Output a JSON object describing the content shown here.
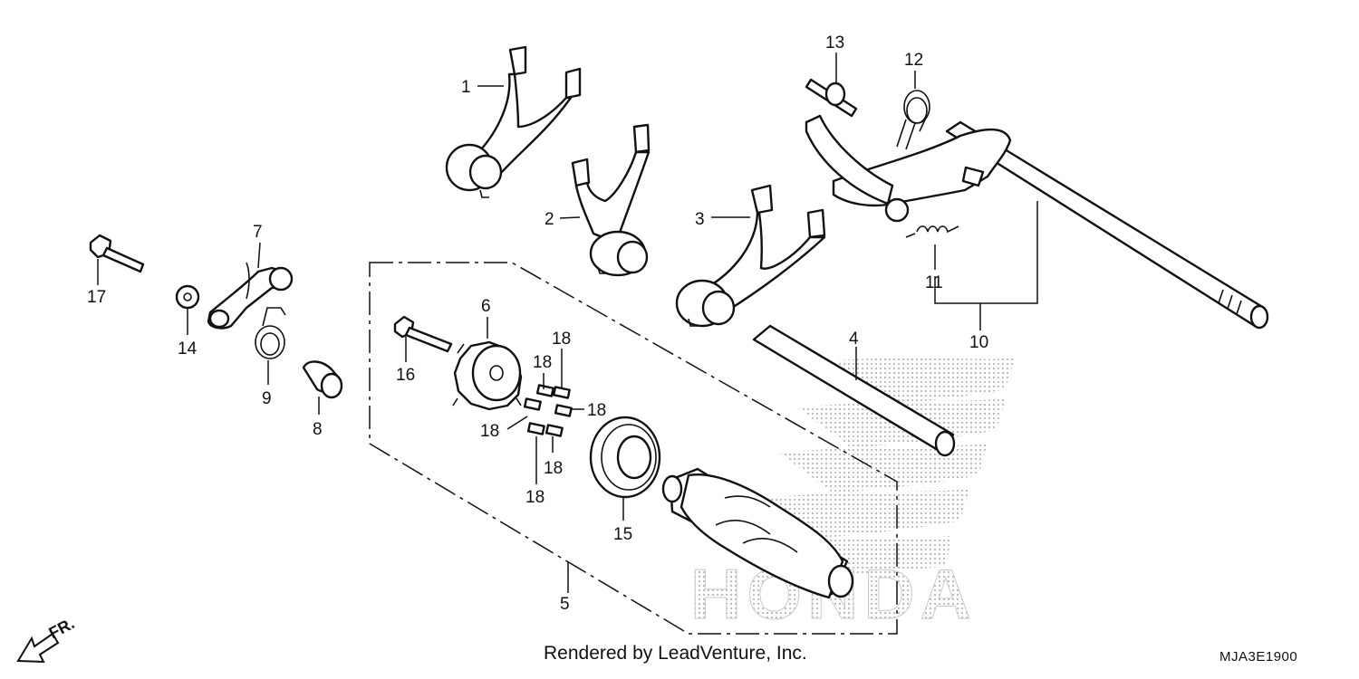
{
  "diagram": {
    "watermark": "HONDA",
    "orientation_label": "FR.",
    "credit": "Rendered by LeadVenture, Inc.",
    "diagram_code": "MJA3E1900",
    "callouts": {
      "c1": "1",
      "c2": "2",
      "c3": "3",
      "c4": "4",
      "c5": "5",
      "c6": "6",
      "c7": "7",
      "c8": "8",
      "c9": "9",
      "c10": "10",
      "c11": "11",
      "c12": "12",
      "c13": "13",
      "c14": "14",
      "c15": "15",
      "c16": "16",
      "c17": "17",
      "c18a": "18",
      "c18b": "18",
      "c18c": "18",
      "c18d": "18",
      "c18e": "18",
      "c18f": "18"
    }
  }
}
